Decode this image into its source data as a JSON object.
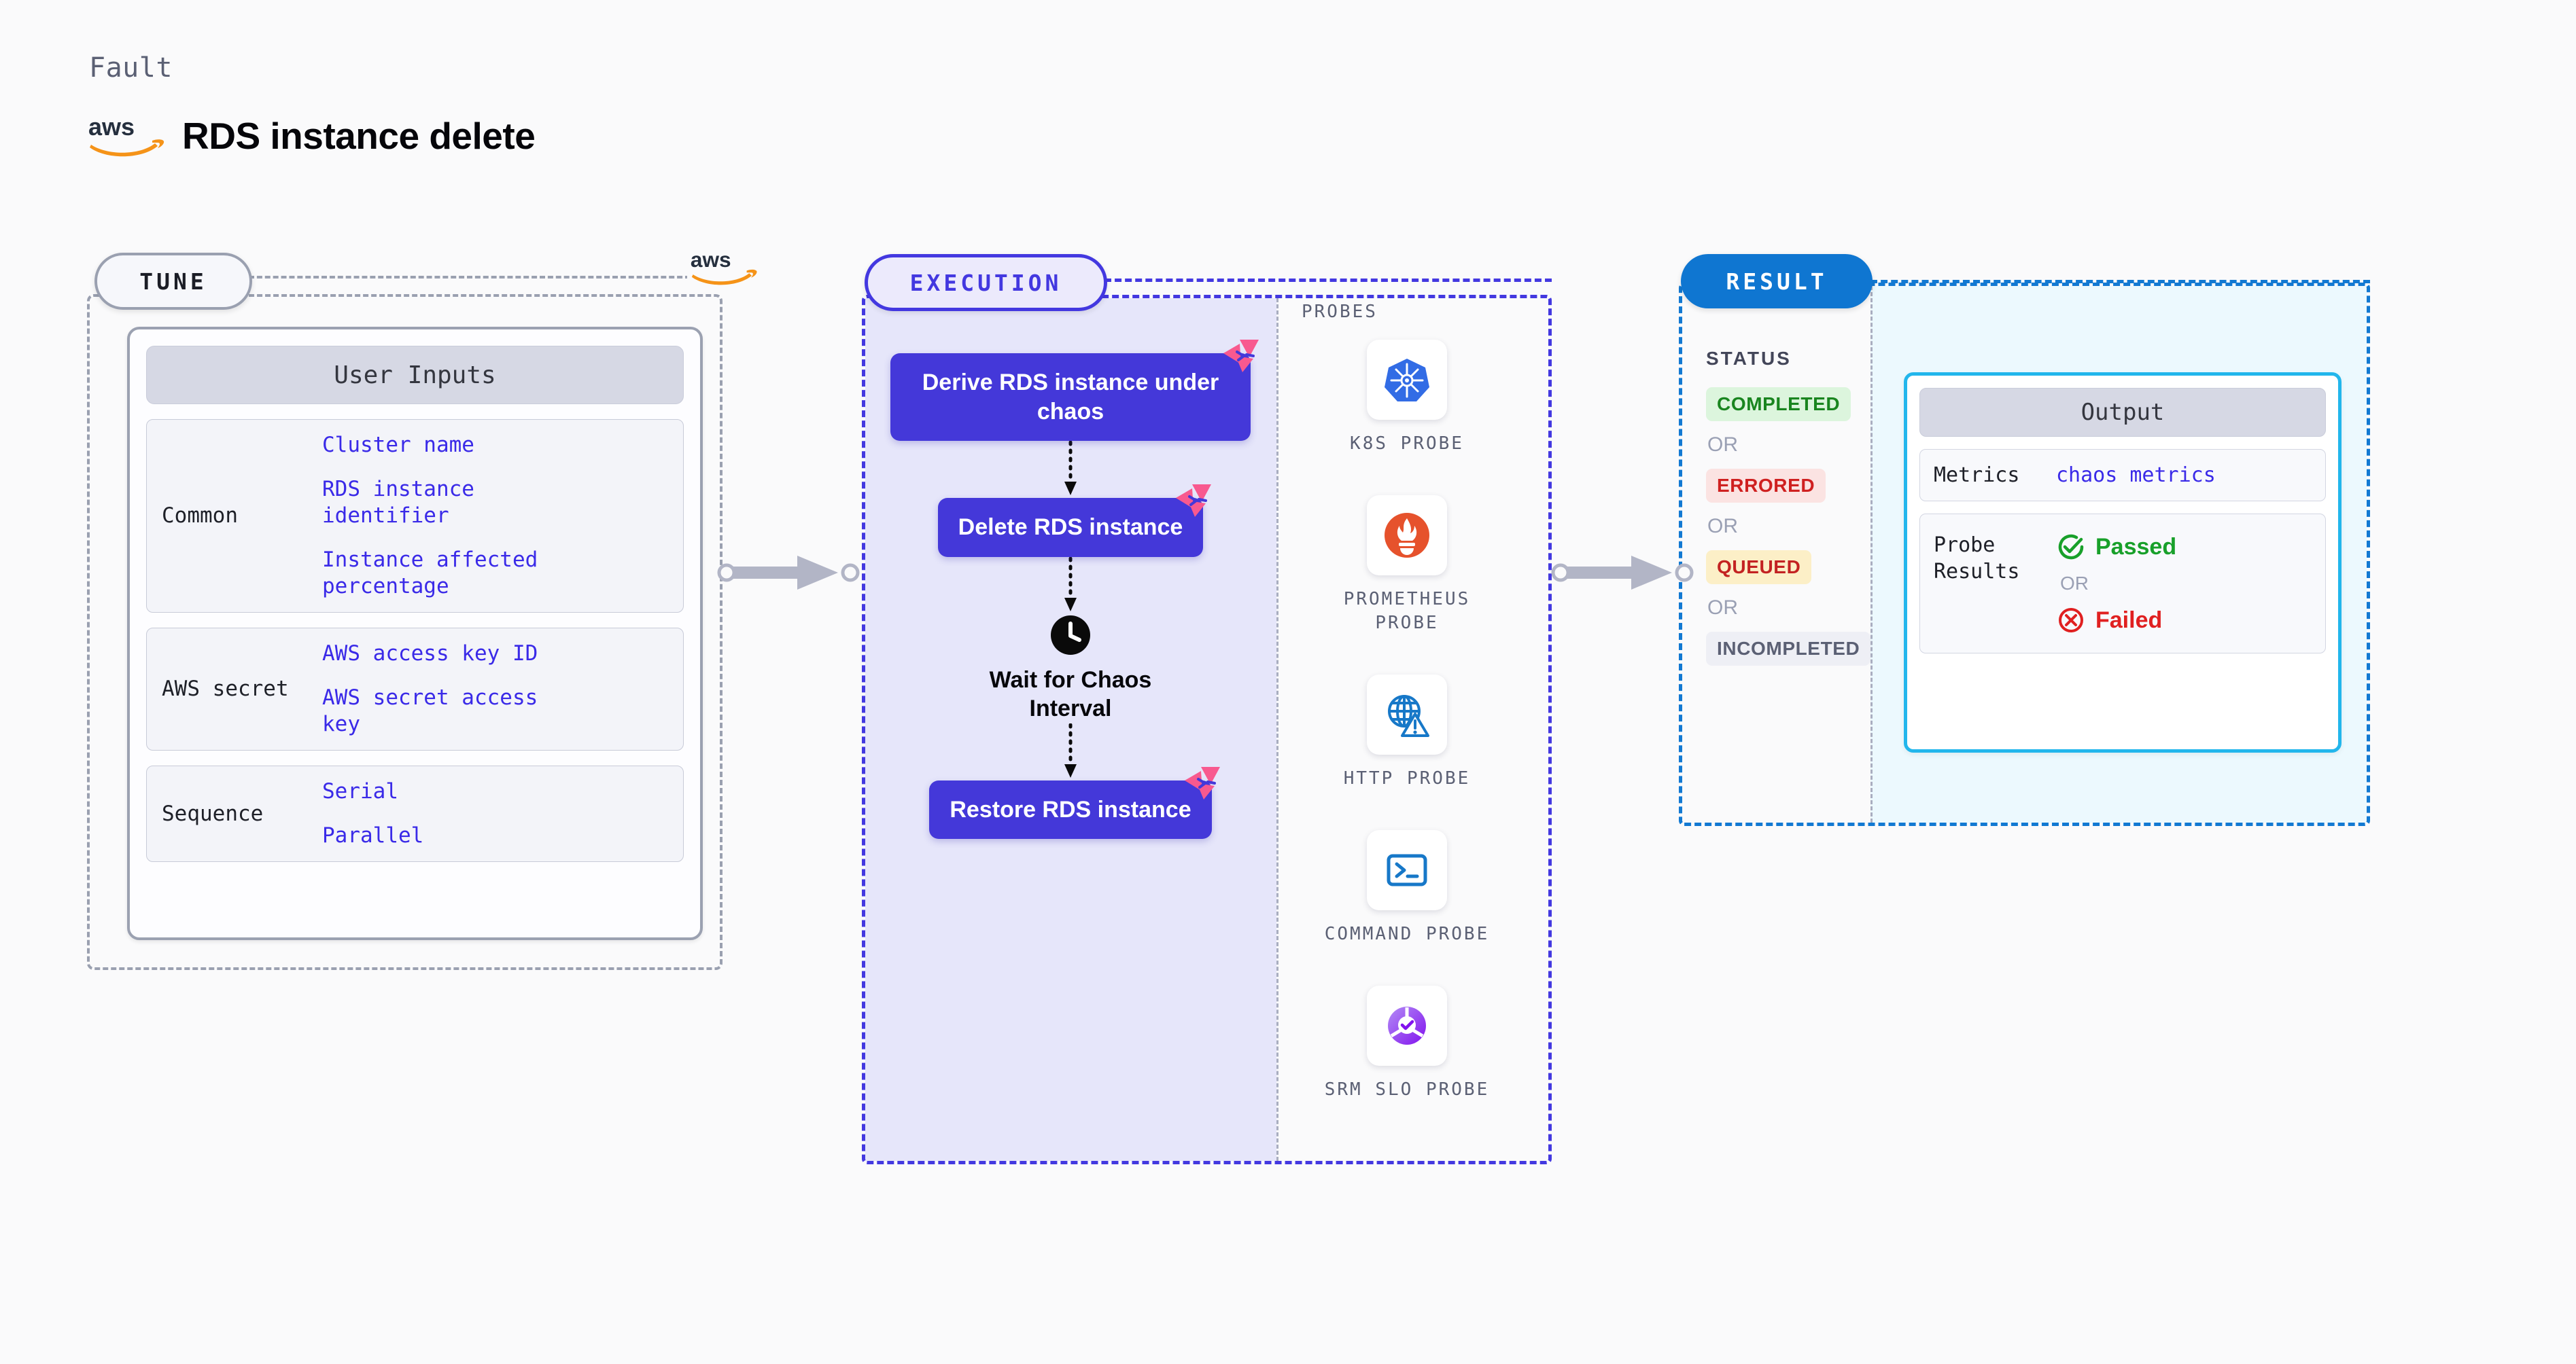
{
  "header": {
    "kicker": "Fault",
    "title": "RDS instance delete",
    "logo_icon": "aws-logo-icon"
  },
  "tune": {
    "badge": "TUNE",
    "provider_logo_icon": "aws-logo-icon",
    "card": {
      "title": "User Inputs",
      "rows": [
        {
          "label": "Common",
          "values": [
            "Cluster name",
            "RDS instance identifier",
            "Instance affected percentage"
          ]
        },
        {
          "label": "AWS secret",
          "values": [
            "AWS access key ID",
            "AWS secret access key"
          ]
        },
        {
          "label": "Sequence",
          "values": [
            "Serial",
            "Parallel"
          ]
        }
      ]
    }
  },
  "execution": {
    "badge": "EXECUTION",
    "steps": [
      {
        "type": "box",
        "label": "Derive RDS instance under chaos",
        "icon": "chaos-fault-icon"
      },
      {
        "type": "box",
        "label": "Delete RDS instance",
        "icon": "chaos-fault-icon"
      },
      {
        "type": "wait",
        "label": "Wait for Chaos Interval",
        "icon": "clock-icon"
      },
      {
        "type": "box",
        "label": "Restore RDS instance",
        "icon": "chaos-fault-icon"
      }
    ],
    "probes_title": "PROBES",
    "probes": [
      {
        "name": "K8S PROBE",
        "icon": "kubernetes-icon"
      },
      {
        "name": "PROMETHEUS PROBE",
        "icon": "prometheus-icon"
      },
      {
        "name": "HTTP PROBE",
        "icon": "globe-warning-icon"
      },
      {
        "name": "COMMAND PROBE",
        "icon": "terminal-icon"
      },
      {
        "name": "SRM SLO PROBE",
        "icon": "srm-slo-icon"
      }
    ]
  },
  "result": {
    "badge": "RESULT",
    "status_title": "STATUS",
    "or_label": "OR",
    "statuses": [
      {
        "label": "COMPLETED",
        "style": "chip-completed"
      },
      {
        "label": "ERRORED",
        "style": "chip-errored"
      },
      {
        "label": "QUEUED",
        "style": "chip-queued"
      },
      {
        "label": "INCOMPLETED",
        "style": "chip-incompleted"
      }
    ],
    "output": {
      "title": "Output",
      "metrics_label": "Metrics",
      "metrics_value": "chaos metrics",
      "probe_results_label": "Probe Results",
      "passed_label": "Passed",
      "failed_label": "Failed",
      "or_label": "OR",
      "passed_icon": "check-circle-icon",
      "failed_icon": "x-circle-icon"
    }
  },
  "colors": {
    "accent_indigo": "#4438d9",
    "accent_blue": "#0f76d1",
    "accent_cyan": "#22b6ec",
    "value_blue": "#3a2ae8",
    "chaos_pink": "#f8598f",
    "aws_orange": "#f59318",
    "pass_green": "#18a02a",
    "fail_red": "#e02020"
  }
}
